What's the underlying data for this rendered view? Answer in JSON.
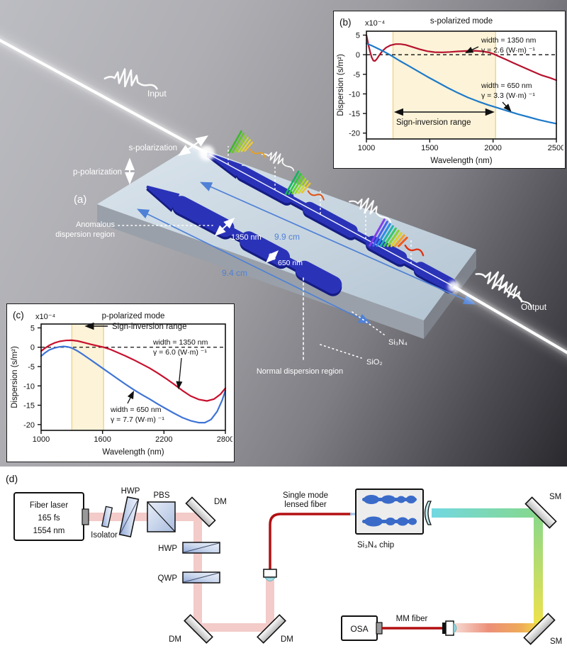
{
  "figure": {
    "panel_a": {
      "label": "(a)",
      "input_label": "Input",
      "output_label": "Output",
      "s_polarization": "s-polarization",
      "p_polarization": "p-polarization",
      "anomalous_line1": "Anomalous",
      "anomalous_line2": "dispersion region",
      "normal_region": "Normal dispersion region",
      "width_wide": "1350 nm",
      "width_narrow": "650 nm",
      "length_top": "9.9 cm",
      "length_bottom": "9.4 cm",
      "material_core": "Si₃N₄",
      "material_substrate": "SiO₂",
      "accent_blue": "#4f81d6",
      "waveguide_color": "#2a33b8"
    },
    "panel_d": {
      "label": "(d)",
      "laser_line1": "Fiber laser",
      "laser_line2": "165 fs",
      "laser_line3": "1554 nm",
      "isolator": "Isolator",
      "hwp": "HWP",
      "pbs": "PBS",
      "dm": "DM",
      "qwp": "QWP",
      "sm": "SM",
      "osa": "OSA",
      "mm_fiber": "MM fiber",
      "fiber_line1": "Single mode",
      "fiber_line2": "lensed fiber",
      "chip": "Si₃N₄ chip"
    }
  },
  "chart_data": [
    {
      "panel": "b",
      "type": "line",
      "title": "s-polarized mode",
      "corner_label": "(b)",
      "offset_label": "x10⁻⁴",
      "xlabel": "Wavelength (nm)",
      "ylabel": "Dispersion (s/m²)",
      "xlim": [
        1000,
        2500
      ],
      "ylim": [
        -21.5,
        6
      ],
      "xticks": [
        1000,
        1500,
        2000,
        2500
      ],
      "yticks": [
        5,
        0,
        -5,
        -10,
        -15,
        -20
      ],
      "band": [
        1210,
        2020
      ],
      "band_label": "Sign-inversion range",
      "series": [
        {
          "name": "width 1350 nm",
          "label_lines": [
            "width = 1350 nm",
            "γ = 2.6 (W·m) ⁻¹"
          ],
          "color": "#b5122e",
          "points": [
            [
              1000,
              5.0
            ],
            [
              1008,
              3.8
            ],
            [
              1018,
              2.2
            ],
            [
              1030,
              0.6
            ],
            [
              1042,
              -0.7
            ],
            [
              1055,
              -1.5
            ],
            [
              1068,
              -1.6
            ],
            [
              1082,
              -1.1
            ],
            [
              1100,
              -0.2
            ],
            [
              1125,
              0.9
            ],
            [
              1155,
              1.8
            ],
            [
              1190,
              2.4
            ],
            [
              1230,
              2.7
            ],
            [
              1270,
              2.7
            ],
            [
              1310,
              2.5
            ],
            [
              1360,
              2.0
            ],
            [
              1420,
              1.4
            ],
            [
              1480,
              0.9
            ],
            [
              1540,
              0.65
            ],
            [
              1600,
              0.6
            ],
            [
              1660,
              0.7
            ],
            [
              1720,
              0.85
            ],
            [
              1790,
              0.95
            ],
            [
              1860,
              1.0
            ],
            [
              1920,
              0.85
            ],
            [
              1970,
              0.55
            ],
            [
              2010,
              0.1
            ],
            [
              2050,
              -0.5
            ],
            [
              2100,
              -1.2
            ],
            [
              2160,
              -2.1
            ],
            [
              2230,
              -3.1
            ],
            [
              2300,
              -4.1
            ],
            [
              2380,
              -5.2
            ],
            [
              2450,
              -5.9
            ],
            [
              2500,
              -6.5
            ]
          ]
        },
        {
          "name": "width 650 nm",
          "label_lines": [
            "width = 650 nm",
            "γ = 3.3 (W·m) ⁻¹"
          ],
          "color": "#1d7ac9",
          "points": [
            [
              1000,
              2.9
            ],
            [
              1050,
              2.2
            ],
            [
              1100,
              1.4
            ],
            [
              1150,
              0.6
            ],
            [
              1200,
              -0.3
            ],
            [
              1260,
              -1.5
            ],
            [
              1330,
              -2.8
            ],
            [
              1400,
              -4.1
            ],
            [
              1480,
              -5.6
            ],
            [
              1560,
              -7.0
            ],
            [
              1640,
              -8.4
            ],
            [
              1720,
              -9.7
            ],
            [
              1800,
              -10.9
            ],
            [
              1880,
              -11.9
            ],
            [
              1960,
              -12.8
            ],
            [
              2040,
              -13.6
            ],
            [
              2120,
              -14.4
            ],
            [
              2200,
              -15.2
            ],
            [
              2280,
              -15.9
            ],
            [
              2360,
              -16.6
            ],
            [
              2440,
              -17.2
            ],
            [
              2500,
              -17.6
            ]
          ]
        }
      ]
    },
    {
      "panel": "c",
      "type": "line",
      "title": "p-polarized mode",
      "corner_label": "(c)",
      "offset_label": "x10⁻⁴",
      "xlabel": "Wavelength (nm)",
      "ylabel": "Dispersion (s/m²)",
      "xlim": [
        1000,
        2800
      ],
      "ylim": [
        -21.5,
        6
      ],
      "xticks": [
        1000,
        1600,
        2200,
        2800
      ],
      "yticks": [
        5,
        0,
        -5,
        -10,
        -15,
        -20
      ],
      "band": [
        1300,
        1610
      ],
      "band_label": "Sign-inversion range",
      "series": [
        {
          "name": "width 1350 nm",
          "label_lines": [
            "width = 1350 nm",
            "γ = 6.0 (W·m) ⁻¹"
          ],
          "color": "#c8102e",
          "points": [
            [
              1000,
              -1.0
            ],
            [
              1040,
              -0.2
            ],
            [
              1080,
              0.5
            ],
            [
              1130,
              1.1
            ],
            [
              1180,
              1.5
            ],
            [
              1240,
              1.75
            ],
            [
              1300,
              1.8
            ],
            [
              1360,
              1.6
            ],
            [
              1420,
              1.2
            ],
            [
              1480,
              0.8
            ],
            [
              1540,
              0.4
            ],
            [
              1610,
              0.0
            ],
            [
              1680,
              -0.6
            ],
            [
              1750,
              -1.4
            ],
            [
              1820,
              -2.2
            ],
            [
              1900,
              -3.2
            ],
            [
              1980,
              -4.3
            ],
            [
              2060,
              -5.4
            ],
            [
              2140,
              -6.7
            ],
            [
              2220,
              -8.1
            ],
            [
              2300,
              -9.6
            ],
            [
              2380,
              -11.2
            ],
            [
              2460,
              -12.6
            ],
            [
              2540,
              -13.5
            ],
            [
              2620,
              -13.9
            ],
            [
              2690,
              -13.4
            ],
            [
              2750,
              -12.2
            ],
            [
              2800,
              -10.6
            ]
          ]
        },
        {
          "name": "width 650 nm",
          "label_lines": [
            "width = 650 nm",
            "γ = 7.7 (W·m) ⁻¹"
          ],
          "color": "#3f74d6",
          "points": [
            [
              1000,
              -2.3
            ],
            [
              1040,
              -1.4
            ],
            [
              1080,
              -0.7
            ],
            [
              1130,
              -0.2
            ],
            [
              1180,
              0.1
            ],
            [
              1220,
              0.2
            ],
            [
              1260,
              0.1
            ],
            [
              1300,
              -0.2
            ],
            [
              1350,
              -0.9
            ],
            [
              1410,
              -1.9
            ],
            [
              1470,
              -3.0
            ],
            [
              1540,
              -4.3
            ],
            [
              1610,
              -5.6
            ],
            [
              1680,
              -6.9
            ],
            [
              1750,
              -8.2
            ],
            [
              1820,
              -9.5
            ],
            [
              1900,
              -10.9
            ],
            [
              1980,
              -12.2
            ],
            [
              2060,
              -13.4
            ],
            [
              2140,
              -14.7
            ],
            [
              2220,
              -15.9
            ],
            [
              2300,
              -17.1
            ],
            [
              2380,
              -18.2
            ],
            [
              2460,
              -19.0
            ],
            [
              2540,
              -19.5
            ],
            [
              2600,
              -19.5
            ],
            [
              2660,
              -18.7
            ],
            [
              2720,
              -16.6
            ],
            [
              2770,
              -13.6
            ],
            [
              2800,
              -11.2
            ]
          ]
        }
      ]
    }
  ]
}
